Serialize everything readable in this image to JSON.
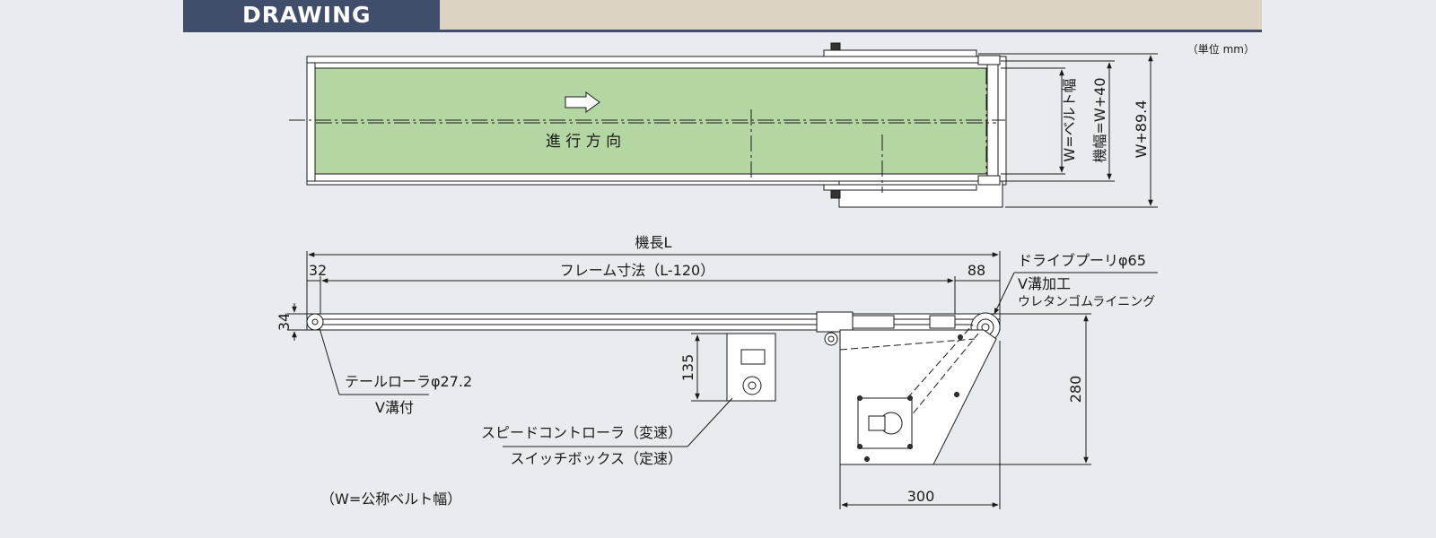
{
  "header": {
    "tab_label": "DRAWING",
    "tab_color": "#414e6b",
    "band_color": "#dcd3c4"
  },
  "unit_note": "（単位 mm）",
  "belt_color": "#b4d6a3",
  "top_view": {
    "direction_label": "進 行 方 向",
    "dim_belt_width": "W=ベルト幅",
    "dim_machine_width": "機幅=W+40",
    "dim_overall_width": "W+89.4"
  },
  "side_view": {
    "machine_length": "機長L",
    "frame_length": "フレーム寸法（L-120）",
    "dim_left_offset": "32",
    "dim_right_offset": "88",
    "dim_frame_height": "34",
    "dim_controller_height": "135",
    "dim_stand_height": "280",
    "dim_stand_width": "300",
    "drive_pulley": "ドライブプーリφ65",
    "drive_groove": "V溝加工",
    "drive_lining": "ウレタンゴムライニング",
    "tail_roller": "テールローラφ27.2",
    "tail_groove": "V溝付",
    "controller_variable": "スピードコントローラ（変速）",
    "controller_fixed": "スイッチボックス（定速）"
  },
  "footnote": "（W=公称ベルト幅）"
}
